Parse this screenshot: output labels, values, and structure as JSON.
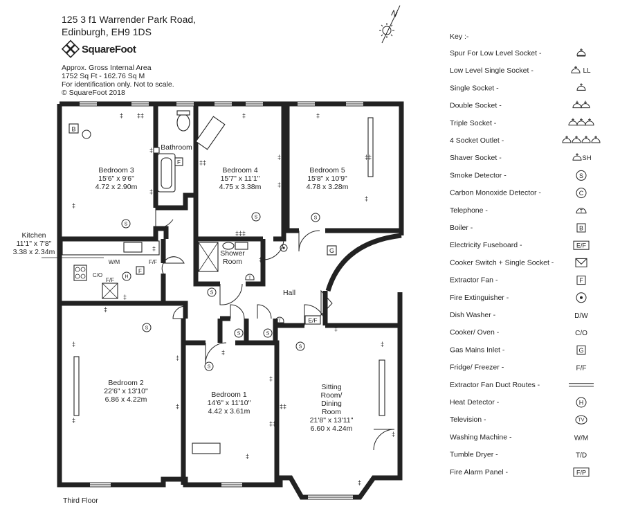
{
  "header": {
    "address_line1": "125 3 f1 Warrender Park Road,",
    "address_line2": "Edinburgh, EH9 1DS",
    "brand": "SquareFoot",
    "area_line1": "Approx. Gross Internal Area",
    "area_line2": "1752 Sq Ft  -  162.76 Sq M",
    "area_line3": "For identification only. Not to scale.",
    "copyright": "© SquareFoot 2018"
  },
  "compass": {
    "north": "N"
  },
  "rooms": [
    {
      "id": "bedroom3",
      "name": "Bedroom 3",
      "imperial": "15'6\" x 9'6\"",
      "metric": "4.72 x 2.90m"
    },
    {
      "id": "bedroom4",
      "name": "Bedroom 4",
      "imperial": "15'7\" x 11'1\"",
      "metric": "4.75 x 3.38m"
    },
    {
      "id": "bedroom5",
      "name": "Bedroom 5",
      "imperial": "15'8\" x 10'9\"",
      "metric": "4.78 x 3.28m"
    },
    {
      "id": "bedroom2",
      "name": "Bedroom 2",
      "imperial": "22'6\" x 13'10\"",
      "metric": "6.86 x 4.22m"
    },
    {
      "id": "bedroom1",
      "name": "Bedroom 1",
      "imperial": "14'6\" x 11'10\"",
      "metric": "4.42 x 3.61m"
    },
    {
      "id": "sitting",
      "name_lines": [
        "Sitting",
        "Room/",
        "Dining",
        "Room"
      ],
      "imperial": "21'8\" x 13'11\"",
      "metric": "6.60 x 4.24m"
    }
  ],
  "kitchen": {
    "name": "Kitchen",
    "imperial": "11'1\" x 7'8\"",
    "metric": "3.38 x 2.34m"
  },
  "labels": {
    "bathroom": "Bathroom",
    "shower1": "Shower",
    "shower2": "Room",
    "hall": "Hall",
    "wm": "W/M",
    "ff": "F/F",
    "co": "C/O",
    "floor": "Third Floor"
  },
  "plan_symbols": {
    "boiler": "B",
    "extractor": "F",
    "gas": "G",
    "fuseboard": "E/F",
    "smoke": "S",
    "heat": "H",
    "phone": "T"
  },
  "key": {
    "title": "Key :-",
    "items": [
      {
        "label": "Spur For Low Level Socket -",
        "symbol": "spur"
      },
      {
        "label": "Low Level Single Socket -",
        "symbol": "low-single",
        "text": "LL"
      },
      {
        "label": "Single Socket -",
        "symbol": "single"
      },
      {
        "label": "Double Socket -",
        "symbol": "double"
      },
      {
        "label": "Triple Socket -",
        "symbol": "triple"
      },
      {
        "label": "4 Socket Outlet -",
        "symbol": "quad"
      },
      {
        "label": "Shaver Socket -",
        "symbol": "shaver",
        "text": "SH"
      },
      {
        "label": "Smoke Detector -",
        "symbol": "circle-letter",
        "text": "S"
      },
      {
        "label": "Carbon Monoxide Detector -",
        "symbol": "circle-letter",
        "text": "C"
      },
      {
        "label": "Telephone -",
        "symbol": "telephone",
        "text": "T"
      },
      {
        "label": "Boiler -",
        "symbol": "box-letter",
        "text": "B"
      },
      {
        "label": "Electricity Fuseboard -",
        "symbol": "box-letter",
        "text": "E/F"
      },
      {
        "label": "Cooker Switch + Single Socket -",
        "symbol": "cooker-switch"
      },
      {
        "label": "Extractor Fan -",
        "symbol": "box-letter",
        "text": "F"
      },
      {
        "label": "Fire Extinguisher -",
        "symbol": "extinguisher"
      },
      {
        "label": "Dish Washer -",
        "symbol": "text",
        "text": "D/W"
      },
      {
        "label": "Cooker/ Oven -",
        "symbol": "text",
        "text": "C/O"
      },
      {
        "label": "Gas Mains Inlet -",
        "symbol": "box-letter",
        "text": "G"
      },
      {
        "label": "Fridge/ Freezer -",
        "symbol": "text",
        "text": "F/F"
      },
      {
        "label": "Extractor Fan Duct Routes -",
        "symbol": "duct"
      },
      {
        "label": "Heat Detector -",
        "symbol": "circle-letter",
        "text": "H"
      },
      {
        "label": "Television -",
        "symbol": "tv",
        "text": "TV"
      },
      {
        "label": "Washing Machine -",
        "symbol": "text",
        "text": "W/M"
      },
      {
        "label": "Tumble Dryer -",
        "symbol": "text",
        "text": "T/D"
      },
      {
        "label": "Fire Alarm Panel -",
        "symbol": "box-letter",
        "text": "F/P"
      }
    ]
  }
}
